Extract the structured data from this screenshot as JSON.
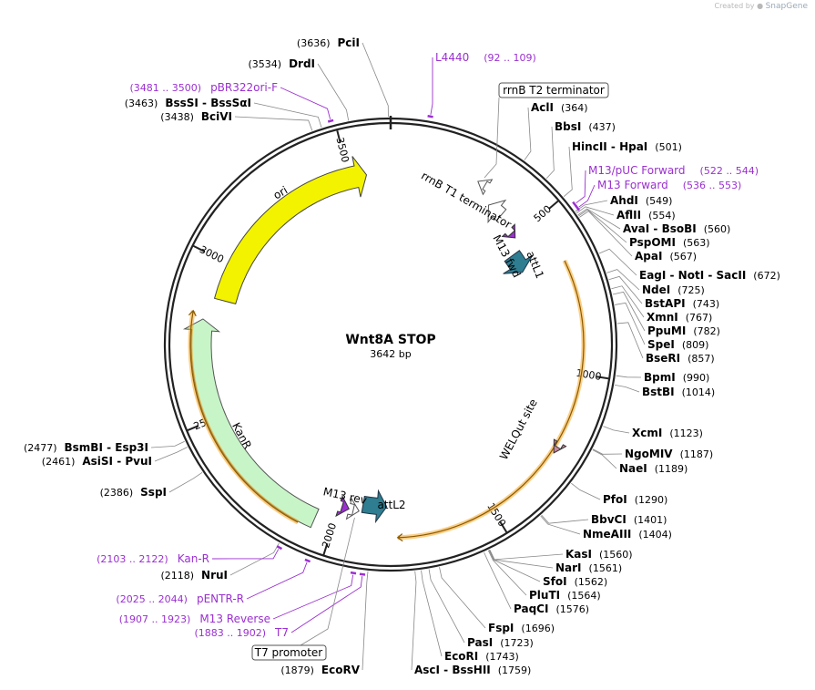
{
  "credit": {
    "prefix": "Created by",
    "brand": "SnapGene"
  },
  "plasmid": {
    "name": "Wnt8A STOP",
    "size": "3642 bp",
    "length": 3642
  },
  "ticks": [
    {
      "label": "500",
      "bp": 500
    },
    {
      "label": "1000",
      "bp": 1000
    },
    {
      "label": "1500",
      "bp": 1500
    },
    {
      "label": "2000",
      "bp": 2000
    },
    {
      "label": "2500",
      "bp": 2500
    },
    {
      "label": "3000",
      "bp": 3000
    },
    {
      "label": "3500",
      "bp": 3500
    }
  ],
  "colors": {
    "backbone": "#222222",
    "site": "#000000",
    "primer": "#9b30d0",
    "ori": "#f3f300",
    "kanr": "#c8f5c8",
    "att": "#2e7d90",
    "orf": "#f5a623",
    "terminator": "#ffffff",
    "welqut": "#cc8899"
  },
  "sites": [
    {
      "name": "PciI",
      "pos": "(3636)",
      "bp": 3636
    },
    {
      "name": "DrdI",
      "pos": "(3534)",
      "bp": 3534
    },
    {
      "name": "BssSI - BssSαI",
      "pos": "(3463)",
      "bp": 3463
    },
    {
      "name": "BciVI",
      "pos": "(3438)",
      "bp": 3438
    },
    {
      "name": "AclI",
      "pos": "(364)",
      "bp": 364
    },
    {
      "name": "BbsI",
      "pos": "(437)",
      "bp": 437
    },
    {
      "name": "HincII - HpaI",
      "pos": "(501)",
      "bp": 501
    },
    {
      "name": "AhdI",
      "pos": "(549)",
      "bp": 549
    },
    {
      "name": "AflII",
      "pos": "(554)",
      "bp": 554
    },
    {
      "name": "AvaI - BsoBI",
      "pos": "(560)",
      "bp": 560
    },
    {
      "name": "PspOMI",
      "pos": "(563)",
      "bp": 563
    },
    {
      "name": "ApaI",
      "pos": "(567)",
      "bp": 567
    },
    {
      "name": "EagI - NotI - SacII",
      "pos": "(672)",
      "bp": 672
    },
    {
      "name": "NdeI",
      "pos": "(725)",
      "bp": 725
    },
    {
      "name": "BstAPI",
      "pos": "(743)",
      "bp": 743
    },
    {
      "name": "XmnI",
      "pos": "(767)",
      "bp": 767
    },
    {
      "name": "PpuMI",
      "pos": "(782)",
      "bp": 782
    },
    {
      "name": "SpeI",
      "pos": "(809)",
      "bp": 809
    },
    {
      "name": "BseRI",
      "pos": "(857)",
      "bp": 857
    },
    {
      "name": "BpmI",
      "pos": "(990)",
      "bp": 990
    },
    {
      "name": "BstBI",
      "pos": "(1014)",
      "bp": 1014
    },
    {
      "name": "XcmI",
      "pos": "(1123)",
      "bp": 1123
    },
    {
      "name": "NgoMIV",
      "pos": "(1187)",
      "bp": 1187
    },
    {
      "name": "NaeI",
      "pos": "(1189)",
      "bp": 1189
    },
    {
      "name": "PfoI",
      "pos": "(1290)",
      "bp": 1290
    },
    {
      "name": "BbvCI",
      "pos": "(1401)",
      "bp": 1401
    },
    {
      "name": "NmeAIII",
      "pos": "(1404)",
      "bp": 1404
    },
    {
      "name": "KasI",
      "pos": "(1560)",
      "bp": 1560
    },
    {
      "name": "NarI",
      "pos": "(1561)",
      "bp": 1561
    },
    {
      "name": "SfoI",
      "pos": "(1562)",
      "bp": 1562
    },
    {
      "name": "PluTI",
      "pos": "(1564)",
      "bp": 1564
    },
    {
      "name": "PaqCI",
      "pos": "(1576)",
      "bp": 1576
    },
    {
      "name": "FspI",
      "pos": "(1696)",
      "bp": 1696
    },
    {
      "name": "PasI",
      "pos": "(1723)",
      "bp": 1723
    },
    {
      "name": "EcoRI",
      "pos": "(1743)",
      "bp": 1743
    },
    {
      "name": "AscI - BssHII",
      "pos": "(1759)",
      "bp": 1759
    },
    {
      "name": "EcoRV",
      "pos": "(1879)",
      "bp": 1879
    },
    {
      "name": "NruI",
      "pos": "(2118)",
      "bp": 2118
    },
    {
      "name": "SspI",
      "pos": "(2386)",
      "bp": 2386
    },
    {
      "name": "AsiSI - PvuI",
      "pos": "(2461)",
      "bp": 2461
    },
    {
      "name": "BsmBI - Esp3I",
      "pos": "(2477)",
      "bp": 2477
    }
  ],
  "primers": [
    {
      "name": "L4440",
      "pos": "(92 .. 109)",
      "bp": 100
    },
    {
      "name": "pBR322ori-F",
      "pos": "(3481 .. 3500)",
      "bp": 3490
    },
    {
      "name": "M13/pUC Forward",
      "pos": "(522 .. 544)",
      "bp": 533
    },
    {
      "name": "M13 Forward",
      "pos": "(536 .. 553)",
      "bp": 545
    },
    {
      "name": "Kan-R",
      "pos": "(2103 .. 2122)",
      "bp": 2112
    },
    {
      "name": "pENTR-R",
      "pos": "(2025 .. 2044)",
      "bp": 2034
    },
    {
      "name": "M13 Reverse",
      "pos": "(1907 .. 1923)",
      "bp": 1915
    },
    {
      "name": "T7",
      "pos": "(1883 .. 1902)",
      "bp": 1892
    }
  ],
  "boxed": [
    {
      "name": "rrnB T2 terminator"
    },
    {
      "name": "T7 promoter"
    }
  ],
  "inner": [
    {
      "name": "ori"
    },
    {
      "name": "KanR"
    },
    {
      "name": "rrnB T1 terminator"
    },
    {
      "name": "M13 fwd"
    },
    {
      "name": "attL1"
    },
    {
      "name": "WELQut site"
    },
    {
      "name": "M13 rev"
    },
    {
      "name": "attL2"
    }
  ]
}
